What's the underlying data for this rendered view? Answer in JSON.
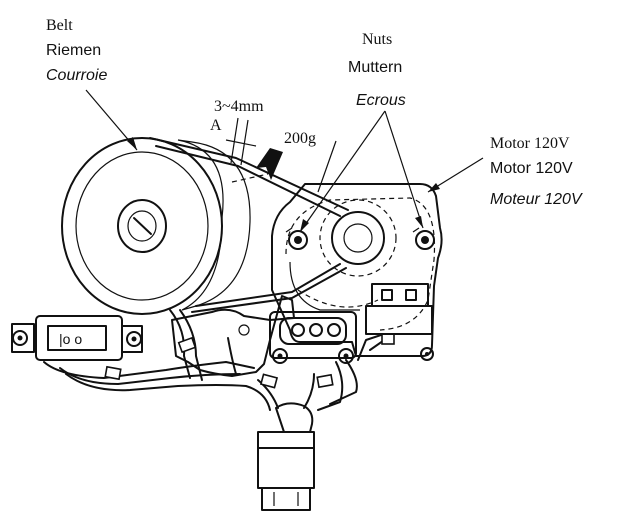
{
  "labels": {
    "belt_en": "Belt",
    "belt_de": "Riemen",
    "belt_fr": "Courroie",
    "nuts_en": "Nuts",
    "nuts_de": "Muttern",
    "nuts_fr": "Ecrous",
    "motor_en": "Motor 120V",
    "motor_de": "Motor 120V",
    "motor_fr": "Moteur 120V",
    "deflection": "3~4mm",
    "point_a": "A",
    "force": "200g"
  },
  "switch_symbol": "|o o"
}
